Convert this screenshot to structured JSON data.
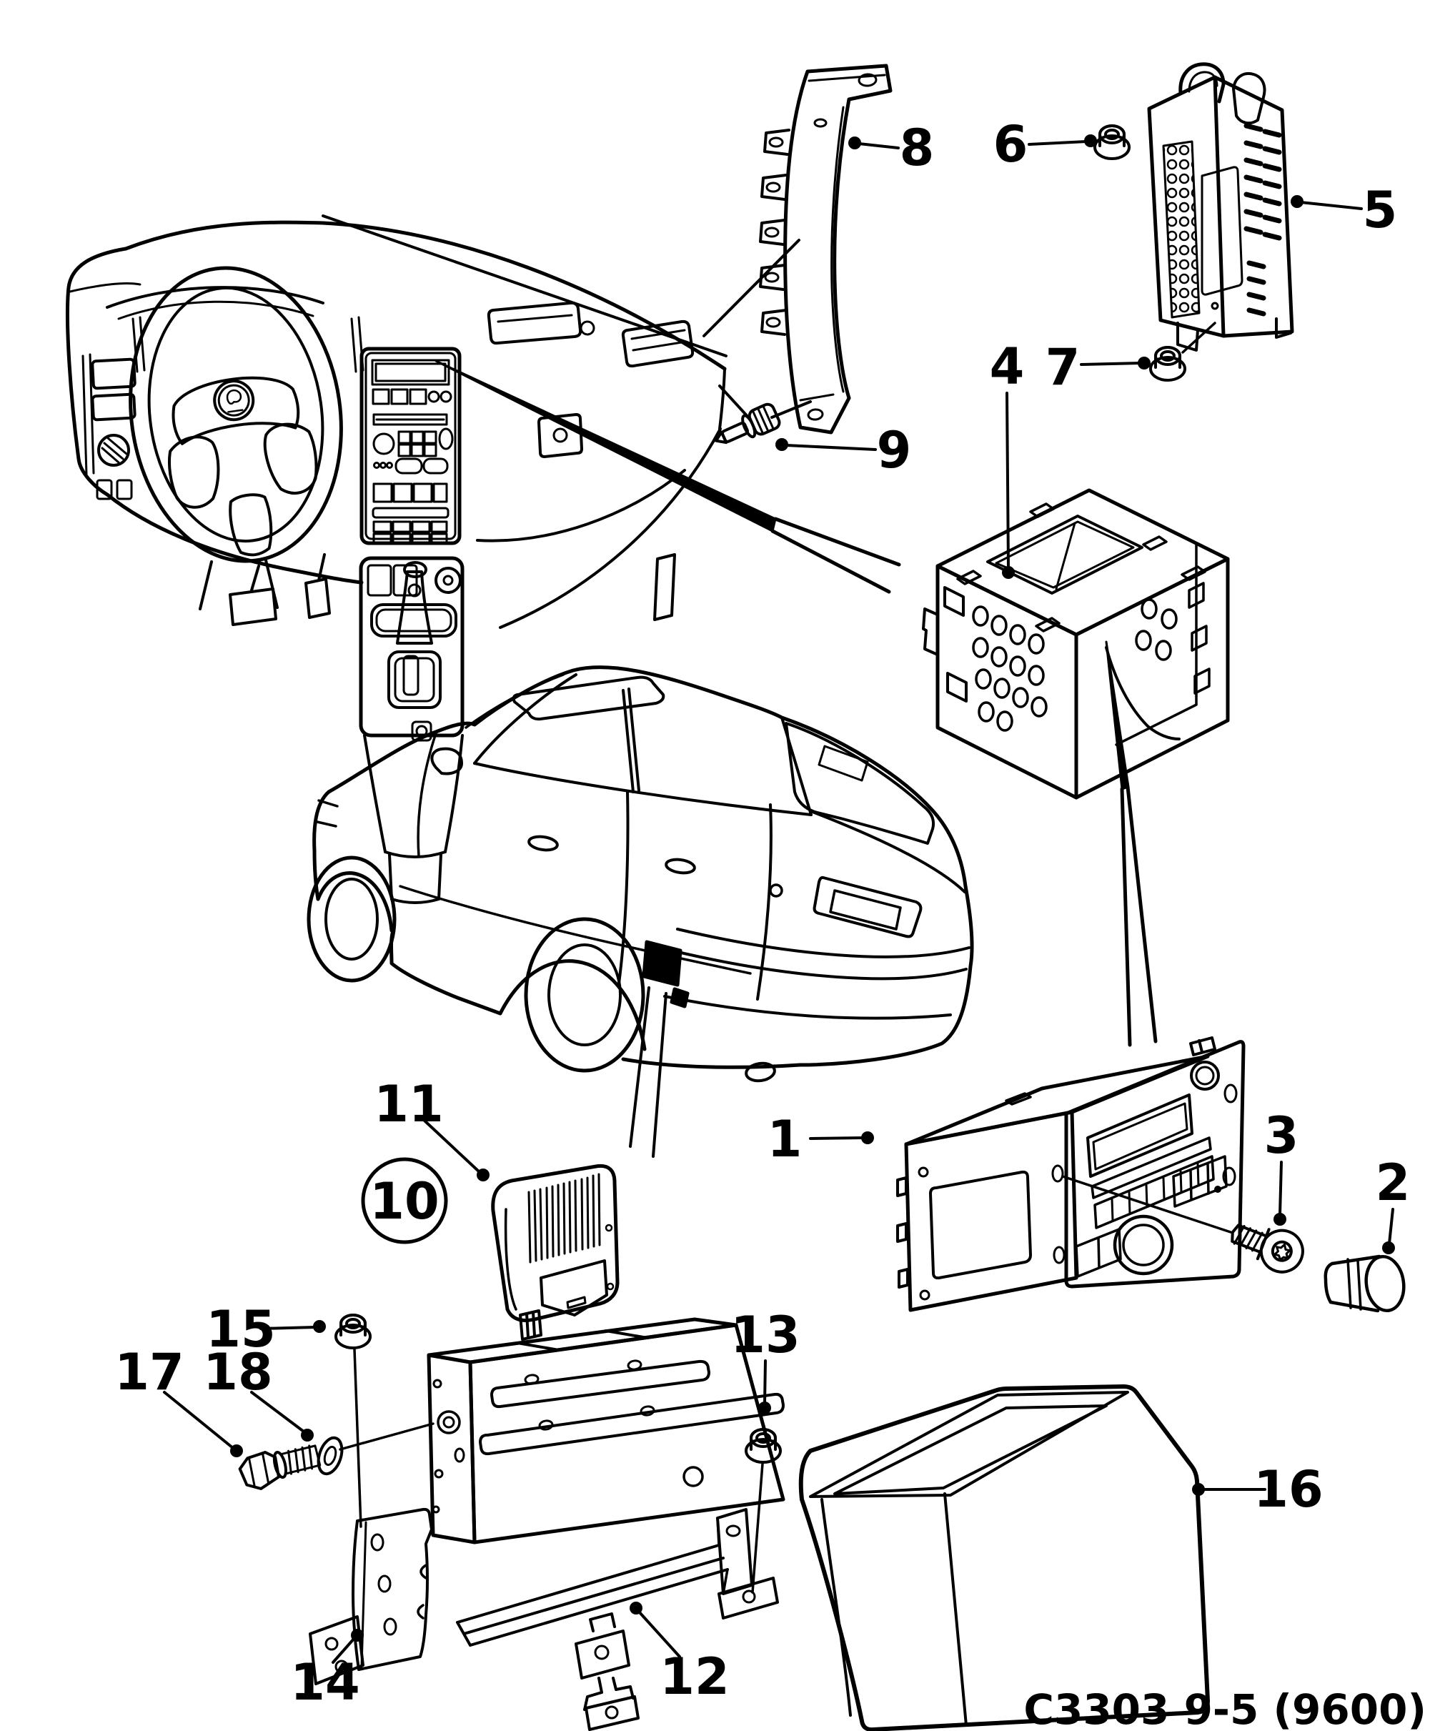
{
  "figure": {
    "kind": "exploded-parts-line-drawing",
    "caption": "C3303 9-5 (9600)",
    "ink_color": "#000000",
    "paper_color": "#ffffff"
  },
  "callouts": [
    {
      "label": "1"
    },
    {
      "label": "2"
    },
    {
      "label": "3"
    },
    {
      "label": "4"
    },
    {
      "label": "5"
    },
    {
      "label": "6"
    },
    {
      "label": "7"
    },
    {
      "label": "8"
    },
    {
      "label": "9"
    },
    {
      "label": "10",
      "circled": true
    },
    {
      "label": "11"
    },
    {
      "label": "12"
    },
    {
      "label": "13"
    },
    {
      "label": "14"
    },
    {
      "label": "15"
    },
    {
      "label": "16"
    },
    {
      "label": "17"
    },
    {
      "label": "18"
    }
  ]
}
